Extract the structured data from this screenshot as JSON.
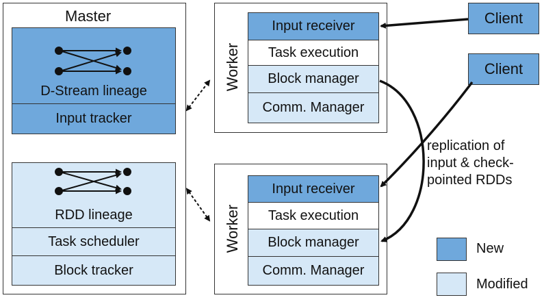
{
  "master": {
    "title": "Master",
    "dstream_lineage": "D-Stream lineage",
    "input_tracker": "Input tracker",
    "rdd_lineage": "RDD lineage",
    "task_scheduler": "Task scheduler",
    "block_tracker": "Block tracker"
  },
  "workers": [
    {
      "label": "Worker",
      "input_receiver": "Input receiver",
      "task_execution": "Task execution",
      "block_manager": "Block manager",
      "comm_manager": "Comm. Manager"
    },
    {
      "label": "Worker",
      "input_receiver": "Input receiver",
      "task_execution": "Task execution",
      "block_manager": "Block manager",
      "comm_manager": "Comm. Manager"
    }
  ],
  "clients": [
    "Client",
    "Client"
  ],
  "replication_note": [
    "replication of",
    "input & check-",
    "pointed RDDs"
  ],
  "legend": {
    "new": "New",
    "modified": "Modified"
  },
  "colors": {
    "new": "#6fa8dc",
    "modified": "#d6e8f7",
    "stroke": "#111111"
  }
}
